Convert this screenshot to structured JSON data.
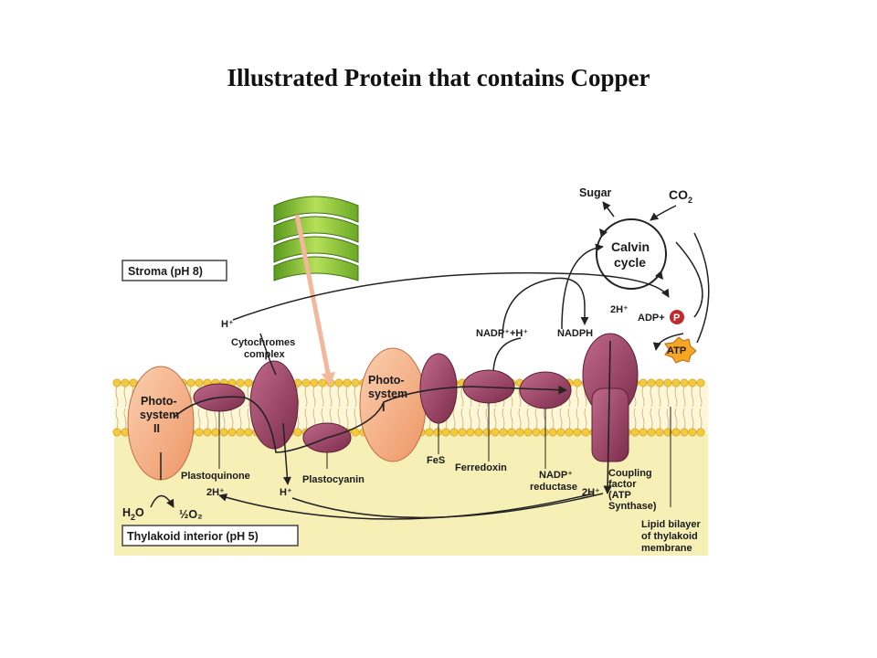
{
  "title": "Illustrated Protein that contains Copper",
  "labels": {
    "stroma": "Stroma (pH 8)",
    "thylakoid_interior": "Thylakoid interior (pH 5)",
    "sugar": "Sugar",
    "co2_main": "CO",
    "co2_sub": "2",
    "calvin_1": "Calvin",
    "calvin_2": "cycle",
    "h_plus_stroma": "H⁺",
    "cytochromes_1": "Cytochromes",
    "cytochromes_2": "complex",
    "photosystem2_1": "Photo-",
    "photosystem2_2": "system",
    "photosystem2_3": "II",
    "photosystem1_1": "Photo-",
    "photosystem1_2": "system",
    "photosystem1_3": "I",
    "nadp_h": "NADP⁺+H⁺",
    "nadph": "NADPH",
    "two_h_top": "2H⁺",
    "adp_p": "ADP+",
    "p_circle": "P",
    "atp": "ATP",
    "plastoquinone": "Plastoquinone",
    "plastocyanin": "Plastocyanin",
    "fes": "FeS",
    "ferredoxin": "Ferredoxin",
    "nadp_reductase_1": "NADP⁺",
    "nadp_reductase_2": "reductase",
    "two_h_bottom_left": "2H⁺",
    "h_plus_bottom": "H⁺",
    "two_h_bottom_right": "2H⁺",
    "coupling_1": "Coupling",
    "coupling_2": "factor",
    "coupling_3": "(ATP",
    "coupling_4": "Synthase)",
    "lipid_1": "Lipid bilayer",
    "lipid_2": "of thylakoid",
    "lipid_3": "membrane",
    "h2o_main": "H",
    "h2o_sub": "2",
    "h2o_end": "O",
    "half_o2": "½O₂"
  },
  "colors": {
    "interior": "#f6efb6",
    "membrane_heads": "#f4c93b",
    "membrane_band": "#fdf7d8",
    "protein_purple": "#a34a6b",
    "photosystem": "#f6b08a",
    "chloroplast_green": "#8dc63f",
    "atp_star": "#f5a623",
    "p_circle": "#c0282d"
  }
}
